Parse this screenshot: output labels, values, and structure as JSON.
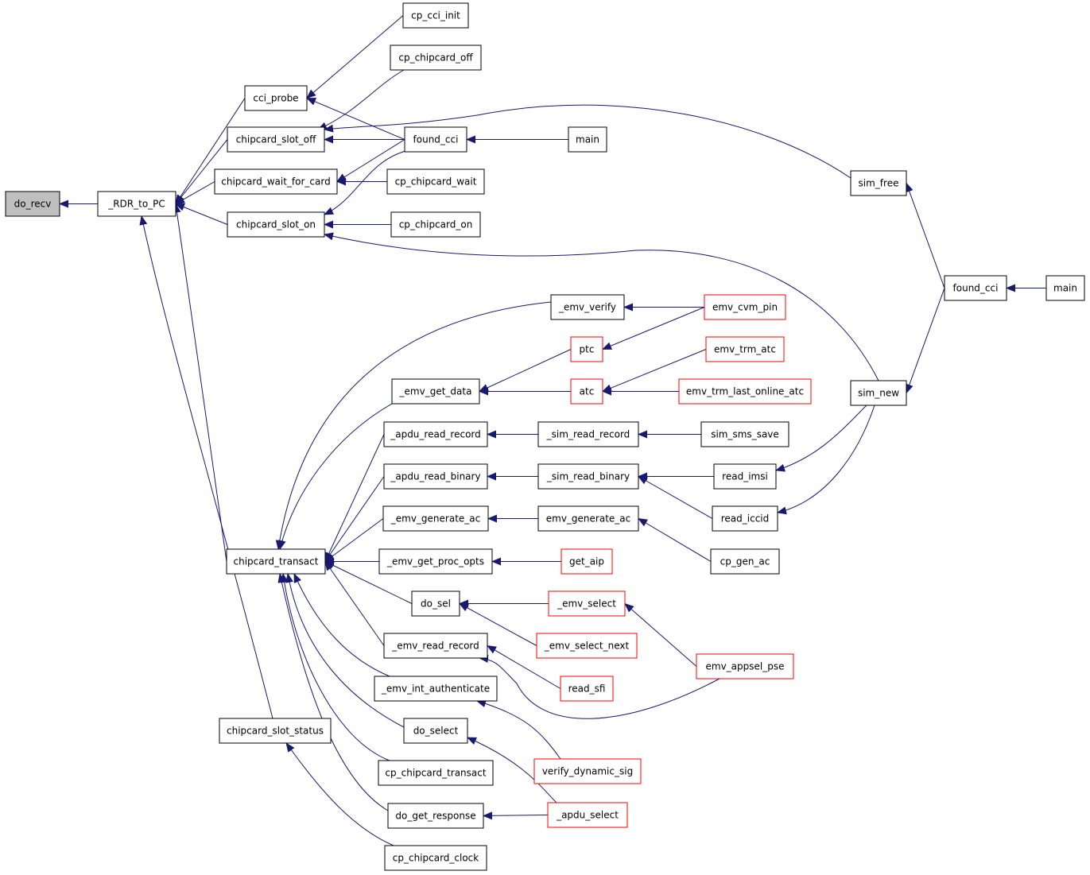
{
  "colors": {
    "edge": "#191970",
    "node_border": "#000000",
    "node_border_truncated": "#ff0000",
    "node_fill": "#ffffff",
    "root_fill": "#bfbfbf",
    "text": "#000000"
  },
  "nodes": [
    {
      "id": "do_recv",
      "label": "do_recv",
      "style": "root"
    },
    {
      "id": "rdr_to_pc",
      "label": "_RDR_to_PC",
      "style": "normal"
    },
    {
      "id": "cci_probe",
      "label": "cci_probe",
      "style": "normal"
    },
    {
      "id": "chipcard_slot_off",
      "label": "chipcard_slot_off",
      "style": "normal"
    },
    {
      "id": "chipcard_wait_for_card",
      "label": "chipcard_wait_for_card",
      "style": "normal"
    },
    {
      "id": "chipcard_slot_on",
      "label": "chipcard_slot_on",
      "style": "normal"
    },
    {
      "id": "chipcard_transact",
      "label": "chipcard_transact",
      "style": "normal"
    },
    {
      "id": "chipcard_slot_status",
      "label": "chipcard_slot_status",
      "style": "normal"
    },
    {
      "id": "cp_cci_init",
      "label": "cp_cci_init",
      "style": "normal"
    },
    {
      "id": "cp_chipcard_off",
      "label": "cp_chipcard_off",
      "style": "normal"
    },
    {
      "id": "found_cci_1",
      "label": "found_cci",
      "style": "normal"
    },
    {
      "id": "cp_chipcard_wait",
      "label": "cp_chipcard_wait",
      "style": "normal"
    },
    {
      "id": "cp_chipcard_on",
      "label": "cp_chipcard_on",
      "style": "normal"
    },
    {
      "id": "main_1",
      "label": "main",
      "style": "normal"
    },
    {
      "id": "sim_free",
      "label": "sim_free",
      "style": "normal"
    },
    {
      "id": "found_cci_2",
      "label": "found_cci",
      "style": "normal"
    },
    {
      "id": "main_2",
      "label": "main",
      "style": "normal"
    },
    {
      "id": "sim_new",
      "label": "sim_new",
      "style": "normal"
    },
    {
      "id": "emv_verify",
      "label": "_emv_verify",
      "style": "normal"
    },
    {
      "id": "emv_cvm_pin",
      "label": "emv_cvm_pin",
      "style": "truncated"
    },
    {
      "id": "ptc",
      "label": "ptc",
      "style": "truncated"
    },
    {
      "id": "emv_trm_atc",
      "label": "emv_trm_atc",
      "style": "truncated"
    },
    {
      "id": "emv_get_data",
      "label": "_emv_get_data",
      "style": "normal"
    },
    {
      "id": "atc",
      "label": "atc",
      "style": "truncated"
    },
    {
      "id": "emv_trm_last_online_atc",
      "label": "emv_trm_last_online_atc",
      "style": "truncated"
    },
    {
      "id": "apdu_read_record",
      "label": "_apdu_read_record",
      "style": "normal"
    },
    {
      "id": "sim_read_record",
      "label": "_sim_read_record",
      "style": "normal"
    },
    {
      "id": "sim_sms_save",
      "label": "sim_sms_save",
      "style": "normal"
    },
    {
      "id": "apdu_read_binary",
      "label": "_apdu_read_binary",
      "style": "normal"
    },
    {
      "id": "sim_read_binary",
      "label": "_sim_read_binary",
      "style": "normal"
    },
    {
      "id": "read_imsi",
      "label": "read_imsi",
      "style": "normal"
    },
    {
      "id": "read_iccid",
      "label": "read_iccid",
      "style": "normal"
    },
    {
      "id": "emv_generate_ac_int",
      "label": "_emv_generate_ac",
      "style": "normal"
    },
    {
      "id": "emv_generate_ac",
      "label": "emv_generate_ac",
      "style": "normal"
    },
    {
      "id": "cp_gen_ac",
      "label": "cp_gen_ac",
      "style": "normal"
    },
    {
      "id": "emv_get_proc_opts",
      "label": "_emv_get_proc_opts",
      "style": "normal"
    },
    {
      "id": "get_aip",
      "label": "get_aip",
      "style": "truncated"
    },
    {
      "id": "do_sel",
      "label": "do_sel",
      "style": "normal"
    },
    {
      "id": "emv_select",
      "label": "_emv_select",
      "style": "truncated"
    },
    {
      "id": "emv_select_next",
      "label": "_emv_select_next",
      "style": "truncated"
    },
    {
      "id": "emv_appsel_pse",
      "label": "emv_appsel_pse",
      "style": "truncated"
    },
    {
      "id": "emv_read_record",
      "label": "_emv_read_record",
      "style": "normal"
    },
    {
      "id": "read_sfi",
      "label": "read_sfi",
      "style": "truncated"
    },
    {
      "id": "emv_int_authenticate",
      "label": "_emv_int_authenticate",
      "style": "normal"
    },
    {
      "id": "do_select",
      "label": "do_select",
      "style": "normal"
    },
    {
      "id": "verify_dynamic_sig",
      "label": "verify_dynamic_sig",
      "style": "truncated"
    },
    {
      "id": "cp_chipcard_transact",
      "label": "cp_chipcard_transact",
      "style": "normal"
    },
    {
      "id": "do_get_response",
      "label": "do_get_response",
      "style": "normal"
    },
    {
      "id": "apdu_select",
      "label": "_apdu_select",
      "style": "truncated"
    },
    {
      "id": "cp_chipcard_clock",
      "label": "cp_chipcard_clock",
      "style": "normal"
    }
  ],
  "edges": [
    {
      "from": "rdr_to_pc",
      "to": "do_recv"
    },
    {
      "from": "cci_probe",
      "to": "rdr_to_pc"
    },
    {
      "from": "chipcard_slot_off",
      "to": "rdr_to_pc"
    },
    {
      "from": "chipcard_wait_for_card",
      "to": "rdr_to_pc"
    },
    {
      "from": "chipcard_slot_on",
      "to": "rdr_to_pc"
    },
    {
      "from": "chipcard_transact",
      "to": "rdr_to_pc"
    },
    {
      "from": "chipcard_slot_status",
      "to": "rdr_to_pc"
    },
    {
      "from": "cp_cci_init",
      "to": "cci_probe"
    },
    {
      "from": "found_cci_1",
      "to": "cci_probe"
    },
    {
      "from": "cp_chipcard_off",
      "to": "chipcard_slot_off"
    },
    {
      "from": "found_cci_1",
      "to": "chipcard_slot_off"
    },
    {
      "from": "sim_free",
      "to": "chipcard_slot_off"
    },
    {
      "from": "found_cci_1",
      "to": "chipcard_wait_for_card"
    },
    {
      "from": "cp_chipcard_wait",
      "to": "chipcard_wait_for_card"
    },
    {
      "from": "found_cci_1",
      "to": "chipcard_slot_on"
    },
    {
      "from": "cp_chipcard_on",
      "to": "chipcard_slot_on"
    },
    {
      "from": "sim_new",
      "to": "chipcard_slot_on"
    },
    {
      "from": "main_1",
      "to": "found_cci_1"
    },
    {
      "from": "found_cci_2",
      "to": "sim_free"
    },
    {
      "from": "found_cci_2",
      "to": "sim_new"
    },
    {
      "from": "main_2",
      "to": "found_cci_2"
    },
    {
      "from": "emv_verify",
      "to": "chipcard_transact"
    },
    {
      "from": "emv_get_data",
      "to": "chipcard_transact"
    },
    {
      "from": "apdu_read_record",
      "to": "chipcard_transact"
    },
    {
      "from": "apdu_read_binary",
      "to": "chipcard_transact"
    },
    {
      "from": "emv_generate_ac_int",
      "to": "chipcard_transact"
    },
    {
      "from": "emv_get_proc_opts",
      "to": "chipcard_transact"
    },
    {
      "from": "do_sel",
      "to": "chipcard_transact"
    },
    {
      "from": "emv_read_record",
      "to": "chipcard_transact"
    },
    {
      "from": "emv_int_authenticate",
      "to": "chipcard_transact"
    },
    {
      "from": "do_select",
      "to": "chipcard_transact"
    },
    {
      "from": "cp_chipcard_transact",
      "to": "chipcard_transact"
    },
    {
      "from": "do_get_response",
      "to": "chipcard_transact"
    },
    {
      "from": "emv_cvm_pin",
      "to": "emv_verify"
    },
    {
      "from": "emv_cvm_pin",
      "to": "ptc"
    },
    {
      "from": "ptc",
      "to": "emv_get_data"
    },
    {
      "from": "atc",
      "to": "emv_get_data"
    },
    {
      "from": "emv_trm_atc",
      "to": "atc"
    },
    {
      "from": "emv_trm_last_online_atc",
      "to": "atc"
    },
    {
      "from": "sim_read_record",
      "to": "apdu_read_record"
    },
    {
      "from": "sim_sms_save",
      "to": "sim_read_record"
    },
    {
      "from": "sim_read_binary",
      "to": "apdu_read_binary"
    },
    {
      "from": "read_imsi",
      "to": "sim_read_binary"
    },
    {
      "from": "read_iccid",
      "to": "sim_read_binary"
    },
    {
      "from": "sim_new",
      "to": "read_imsi"
    },
    {
      "from": "sim_new",
      "to": "read_iccid"
    },
    {
      "from": "emv_generate_ac",
      "to": "emv_generate_ac_int"
    },
    {
      "from": "cp_gen_ac",
      "to": "emv_generate_ac"
    },
    {
      "from": "get_aip",
      "to": "emv_get_proc_opts"
    },
    {
      "from": "emv_select",
      "to": "do_sel"
    },
    {
      "from": "emv_select_next",
      "to": "do_sel"
    },
    {
      "from": "emv_appsel_pse",
      "to": "emv_select"
    },
    {
      "from": "read_sfi",
      "to": "emv_read_record"
    },
    {
      "from": "emv_appsel_pse",
      "to": "emv_read_record"
    },
    {
      "from": "verify_dynamic_sig",
      "to": "emv_int_authenticate"
    },
    {
      "from": "apdu_select",
      "to": "do_select"
    },
    {
      "from": "apdu_select",
      "to": "do_get_response"
    },
    {
      "from": "cp_chipcard_clock",
      "to": "chipcard_slot_status"
    }
  ]
}
